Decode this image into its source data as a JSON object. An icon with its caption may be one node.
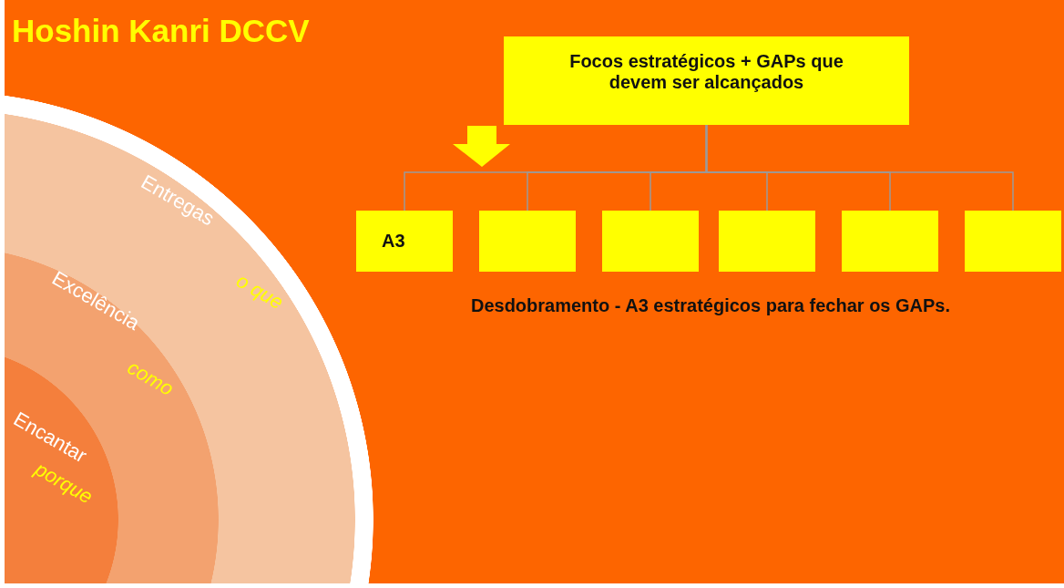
{
  "diagram": {
    "title": "Hoshin Kanri DCCV",
    "nodes": [
      {
        "text": [
          "Entregas",
          "o que"
        ]
      },
      {
        "text": [
          "Excelência",
          "como"
        ],
        "in": 0
      },
      {
        "text": [
          "Encantar",
          "porque"
        ],
        "in": 1
      },
      {
        "text": [
          "Focos estratégicos + GAPs que devem ser alcançados"
        ]
      },
      {
        "text": [
          "A3"
        ]
      },
      {
        "text": [],
        "shape": "box"
      },
      {
        "text": [],
        "shape": "box"
      },
      {
        "text": [],
        "shape": "box"
      },
      {
        "text": [],
        "shape": "box"
      },
      {
        "text": [],
        "shape": "box"
      }
    ],
    "edges": [
      {
        "from": 3,
        "to": 4,
        "arrow": "none"
      },
      {
        "from": 3,
        "to": 5,
        "arrow": "none"
      },
      {
        "from": 3,
        "to": 6,
        "arrow": "none"
      },
      {
        "from": 3,
        "to": 7,
        "arrow": "none"
      },
      {
        "from": 3,
        "to": 8,
        "arrow": "none"
      },
      {
        "from": 3,
        "to": 9,
        "arrow": "none"
      }
    ],
    "labels": [
      "Desdobramento - A3 estratégicos para fechar os GAPs."
    ]
  }
}
